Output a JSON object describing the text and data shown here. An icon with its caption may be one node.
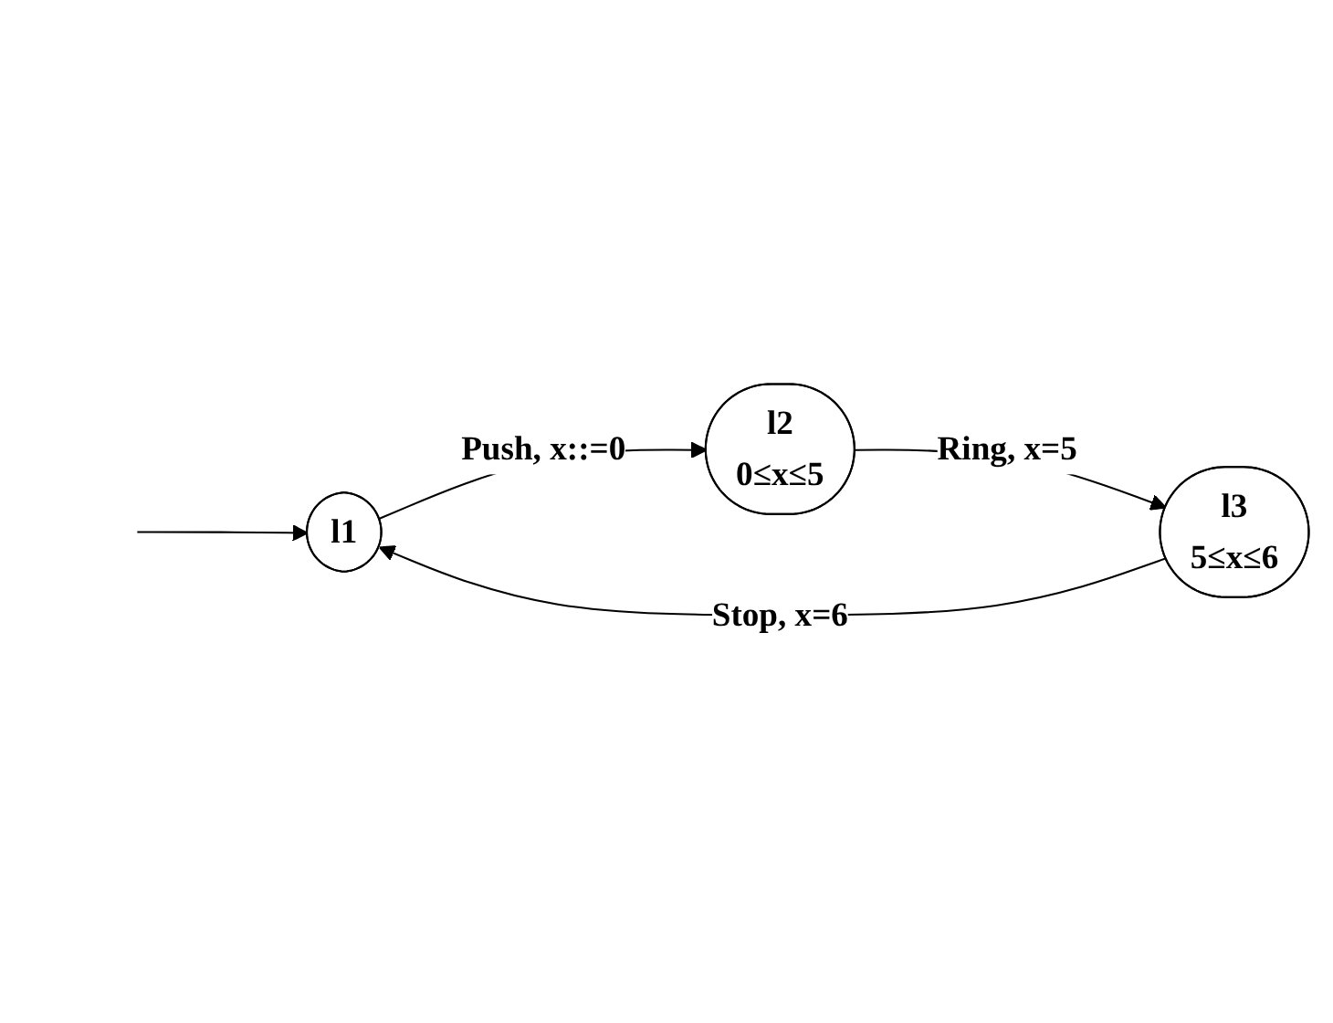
{
  "diagram": {
    "nodes": [
      {
        "text": [
          "l1"
        ]
      },
      {
        "text": [
          "l2",
          "0≤x≤5"
        ]
      },
      {
        "text": [
          "l3",
          "5≤x≤6"
        ]
      }
    ],
    "edges": [
      {
        "from": null,
        "to": 0,
        "arrow": "to"
      },
      {
        "from": 0,
        "to": 1,
        "arrow": "to",
        "label": "Push, x::=0"
      },
      {
        "from": 1,
        "to": 2,
        "arrow": "to",
        "label": "Ring, x=5"
      },
      {
        "from": 2,
        "to": 0,
        "arrow": "to",
        "label": "Stop, x=6"
      }
    ]
  }
}
